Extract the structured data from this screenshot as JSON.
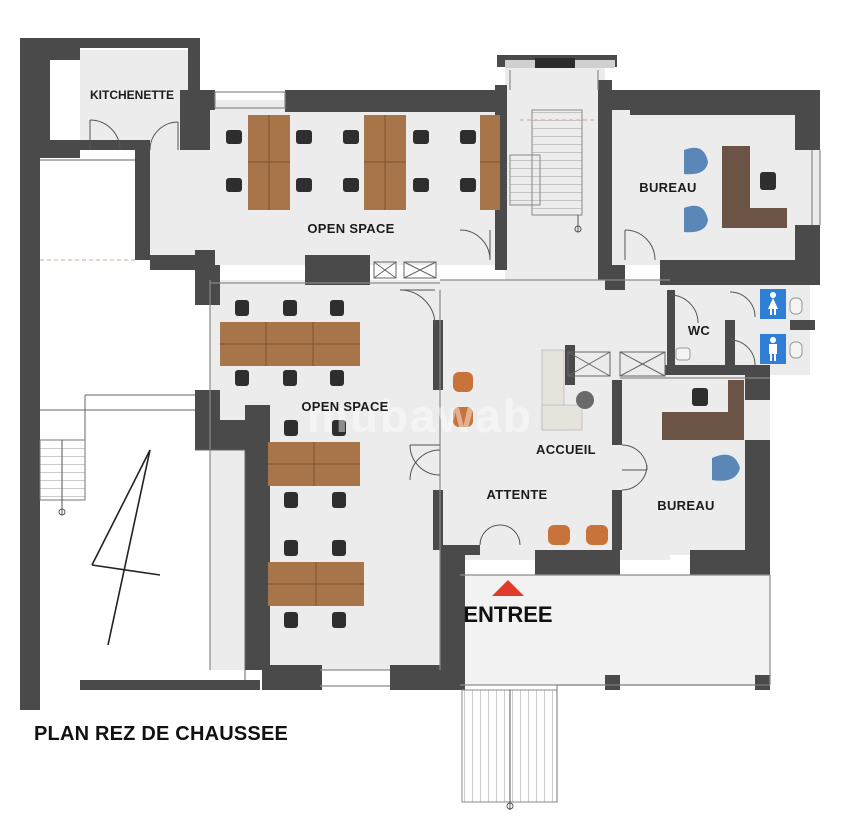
{
  "plan": {
    "title": "PLAN REZ DE CHAUSSEE",
    "watermark": "mubawab",
    "entrance_label": "ENTREE",
    "rooms": {
      "kitchenette": "KITCHENETTE",
      "open_space_top": "OPEN SPACE",
      "open_space_left": "OPEN SPACE",
      "bureau_top": "BUREAU",
      "bureau_bottom": "BUREAU",
      "wc": "WC",
      "accueil": "ACCUEIL",
      "attente": "ATTENTE"
    },
    "colors": {
      "wall": "#4a4a4a",
      "floor": "#ededed",
      "desk": "#a8754a",
      "chair": "#2e2e2e",
      "armchair": "#c8733a",
      "blue_chair": "#5a86b8",
      "arrow": "#e23a2a",
      "wc_sign": "#2f7fd6"
    },
    "icons": [
      "north-arrow-icon",
      "female-wc-icon",
      "male-wc-icon",
      "entrance-arrow-icon"
    ]
  }
}
